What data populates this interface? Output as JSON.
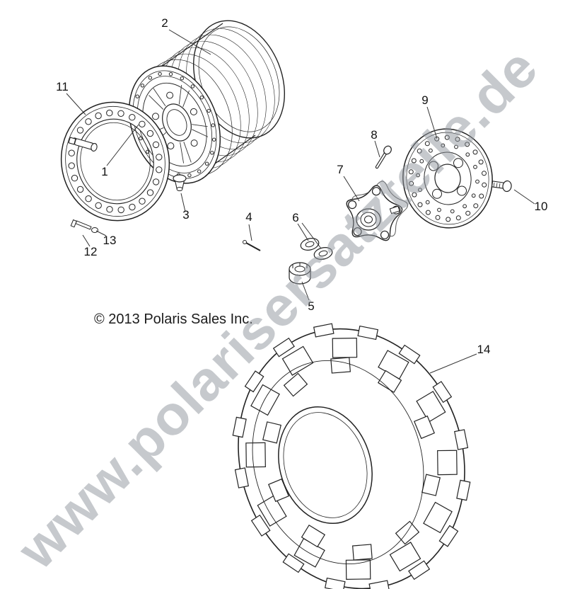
{
  "watermark": "www.polarisersatzteile.de",
  "copyright": "© 2013 Polaris Sales Inc.",
  "callouts": {
    "c1": "1",
    "c2": "2",
    "c3": "3",
    "c4": "4",
    "c5": "5",
    "c6": "6",
    "c7": "7",
    "c8": "8",
    "c9": "9",
    "c10": "10",
    "c11": "11",
    "c12": "12",
    "c13": "13",
    "c14": "14"
  }
}
